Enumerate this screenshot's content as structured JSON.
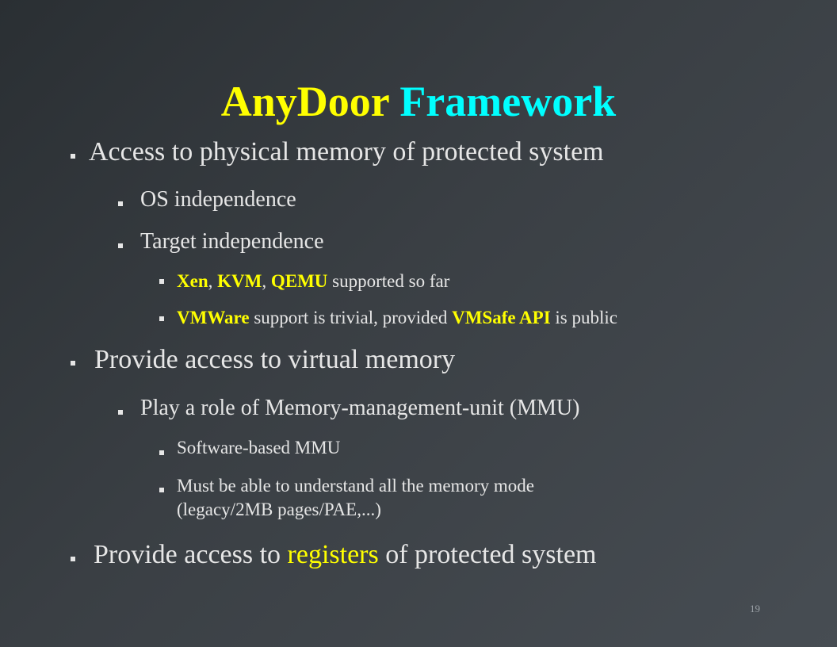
{
  "slide": {
    "title_part1": "AnyDoor",
    "title_part2": "Framework",
    "bullets": {
      "b1": "Access to physical memory of protected system",
      "b1_1": "OS independence",
      "b1_2": "Target independence",
      "b1_2_1": {
        "xen": "Xen",
        "sep1": ", ",
        "kvm": "KVM",
        "sep2": ", ",
        "qemu": "QEMU",
        "rest": " supported so far"
      },
      "b1_2_2": {
        "vmware": "VMWare",
        "mid": " support is trivial, provided ",
        "vmsafe": "VMSafe API",
        "rest": " is public"
      },
      "b2": "Provide access to virtual memory",
      "b2_1": "Play a role of Memory-management-unit (MMU)",
      "b2_1_1": "Software-based MMU",
      "b2_1_2_line1": "Must be able to understand all the memory mode",
      "b2_1_2_line2": "(legacy/2MB pages/PAE,...)",
      "b3": {
        "pre": "Provide access to ",
        "registers": "registers",
        "post": " of protected system"
      }
    },
    "page_number": "19",
    "colors": {
      "highlight_yellow": "#ffff00",
      "title_cyan": "#00ffff",
      "text": "#e6e6e6"
    }
  }
}
